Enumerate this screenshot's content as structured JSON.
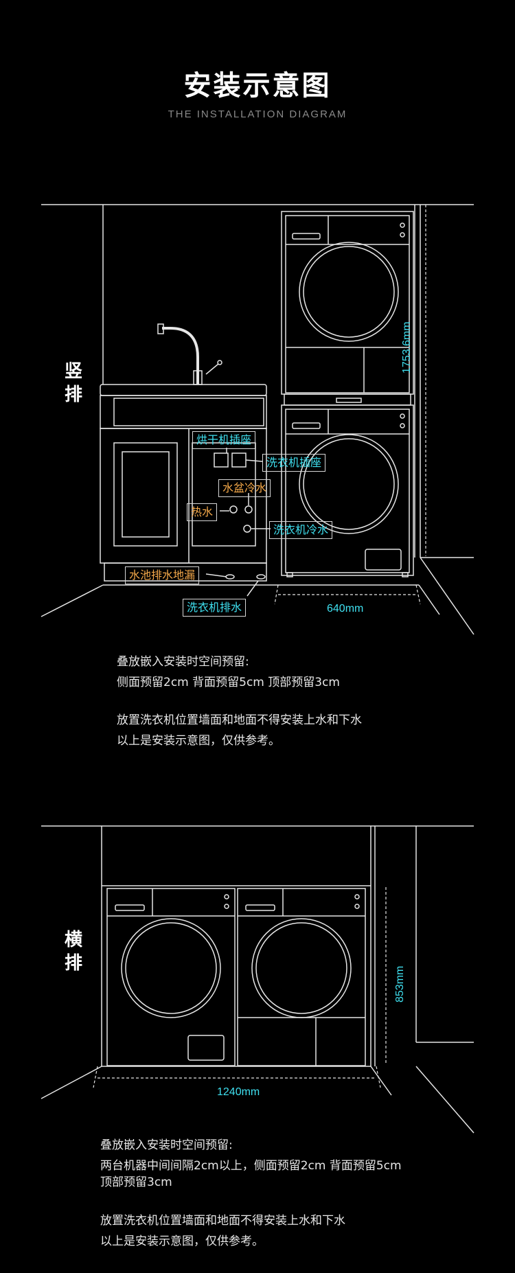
{
  "header": {
    "title": "安装示意图",
    "subtitle": "THE INSTALLATION DIAGRAM"
  },
  "section1": {
    "label": "竖排",
    "tags": {
      "dryer_socket": "烘干机插座",
      "washer_socket": "洗衣机插座",
      "sink_cold": "水盆冷水",
      "hot_water": "热水",
      "washer_cold": "洗衣机冷水",
      "floor_drain": "水池排水地漏",
      "washer_drain": "洗衣机排水"
    },
    "height_dim": "1753.6mm",
    "width_dim": "640mm",
    "notes": [
      "叠放嵌入安装时空间预留:",
      "侧面预留2cm 背面预留5cm 顶部预留3cm",
      "放置洗衣机位置墙面和地面不得安装上水和下水",
      "以上是安装示意图，仅供参考。"
    ]
  },
  "section2": {
    "label": "横排",
    "height_dim": "853mm",
    "width_dim": "1240mm",
    "notes": [
      "叠放嵌入安装时空间预留:",
      "两台机器中间间隔2cm以上，侧面预留2cm 背面预留5cm",
      "顶部预留3cm",
      "放置洗衣机位置墙面和地面不得安装上水和下水",
      "以上是安装示意图，仅供参考。"
    ]
  },
  "colors": {
    "accent_cyan": "#3fe0f0",
    "accent_orange": "#f5a94a",
    "line": "#e6e6e6"
  }
}
